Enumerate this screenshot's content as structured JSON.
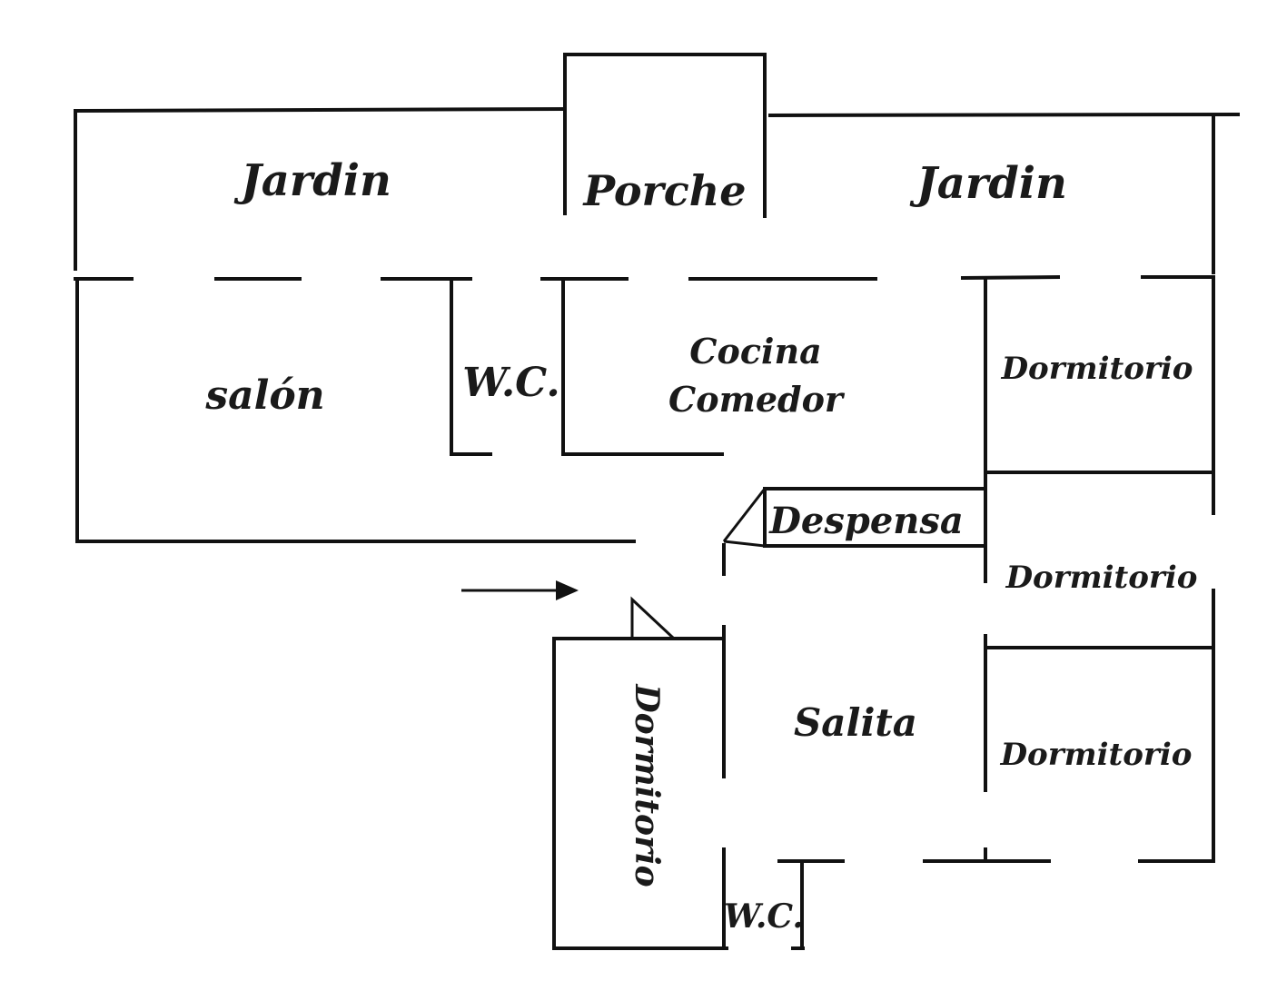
{
  "rooms": {
    "jardin_left": "Jardin",
    "porche": "Porche",
    "jardin_right": "Jardin",
    "salon": "salón",
    "wc_top": "W.C.",
    "cocina_line1": "Cocina",
    "cocina_line2": "Comedor",
    "dormitorio_1": "Dormitorio",
    "despensa": "Despensa",
    "dormitorio_2": "Dormitorio",
    "salita": "Salita",
    "dormitorio_3": "Dormitorio",
    "dormitorio_vertical": "Dormitorio",
    "wc_bottom": "W.C."
  },
  "entrance": {
    "icon": "arrow-right-icon"
  },
  "colors": {
    "ink": "#111111",
    "background": "#ffffff"
  }
}
